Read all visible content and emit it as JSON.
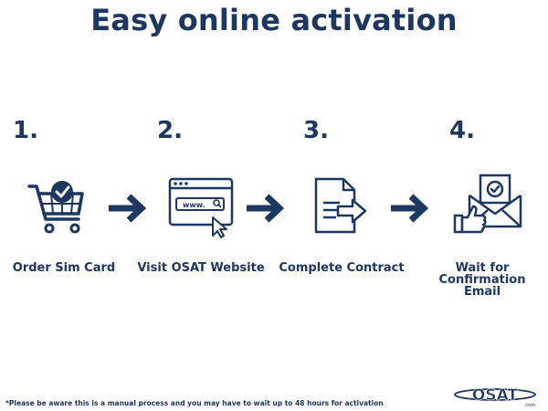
{
  "header": {
    "title": "Easy online activation"
  },
  "steps": [
    {
      "number": "1.",
      "label": "Order Sim Card",
      "icon": "shopping-cart-check-icon"
    },
    {
      "number": "2.",
      "label": "Visit OSAT Website",
      "icon": "browser-www-icon",
      "url_text": "www."
    },
    {
      "number": "3.",
      "label": "Complete Contract",
      "icon": "document-arrow-icon"
    },
    {
      "number": "4.",
      "label": "Wait for Confirmation Email",
      "icon": "email-thumbs-up-icon"
    }
  ],
  "footer": {
    "note": "*Please be aware this is a manual process and you may have to wait up to 48 hours for activation",
    "logo_text": "OSAT",
    "logo_suffix": ".com"
  },
  "colors": {
    "primary": "#1e3761",
    "background": "#ffffff"
  }
}
